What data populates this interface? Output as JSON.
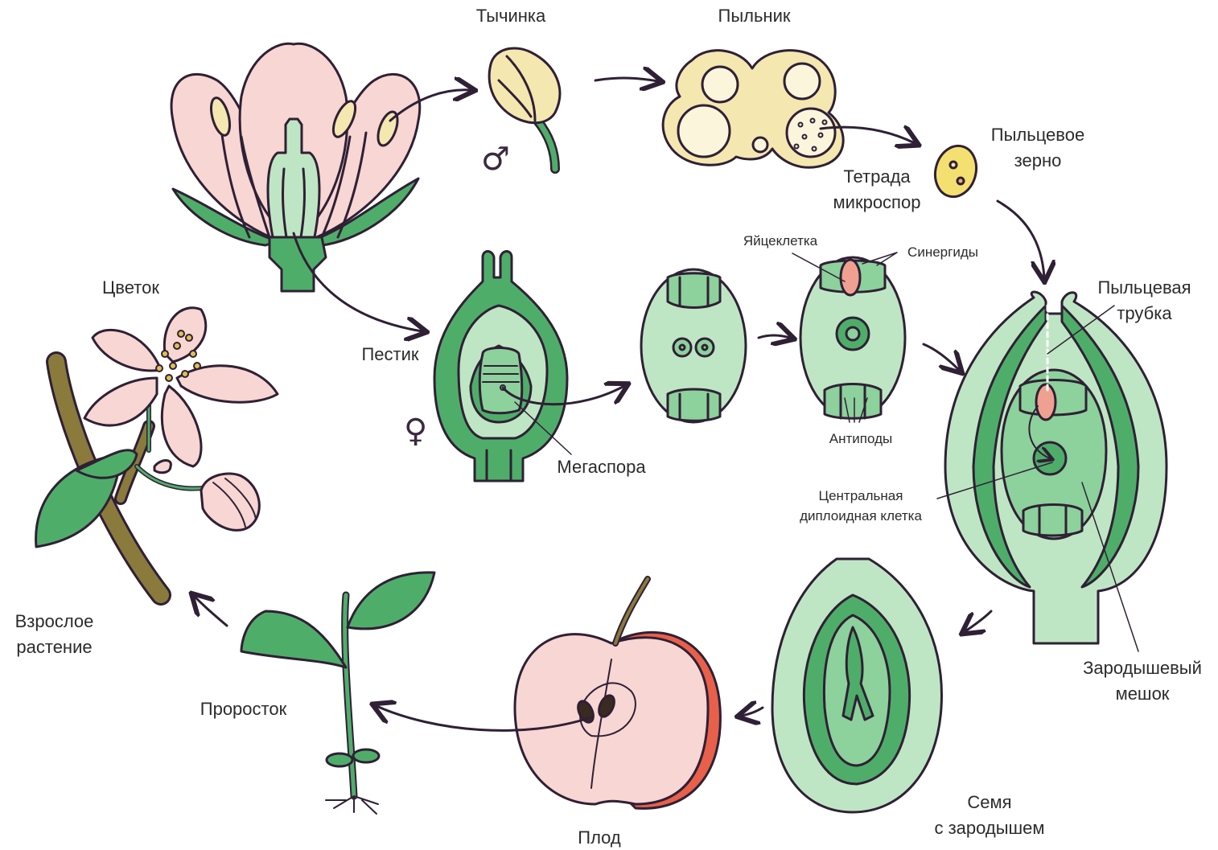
{
  "labels": {
    "stamen": "Тычинка",
    "anther": "Пыльник",
    "microspore_tetrad_1": "Тетрада",
    "microspore_tetrad_2": "микроспор",
    "pollen_grain_1": "Пыльцевое",
    "pollen_grain_2": "зерно",
    "flower": "Цветок",
    "pistil": "Пестик",
    "egg_cell": "Яйцеклетка",
    "synergids": "Синергиды",
    "pollen_tube_1": "Пыльцевая",
    "pollen_tube_2": "трубка",
    "megaspore": "Мегаспора",
    "antipodes": "Антиподы",
    "central_cell_1": "Центральная",
    "central_cell_2": "диплоидная клетка",
    "embryo_sac_1": "Зародышевый",
    "embryo_sac_2": "мешок",
    "adult_plant_1": "Взрослое",
    "adult_plant_2": "растение",
    "seedling": "Проросток",
    "fruit": "Плод",
    "seed_1": "Семя",
    "seed_2": "с зародышем"
  },
  "symbols": {
    "male": "♂",
    "female": "♀"
  },
  "colors": {
    "outline": "#2f2035",
    "petal_pink": "#f7d6d3",
    "leaf_green": "#4fad6a",
    "light_green": "#bfe6c4",
    "mid_green": "#8dd19c",
    "pollen_yellow": "#f4e7b0",
    "apple_red": "#e8604a",
    "stem_brown": "#8a7a3c",
    "egg_pink": "#f0a090"
  }
}
